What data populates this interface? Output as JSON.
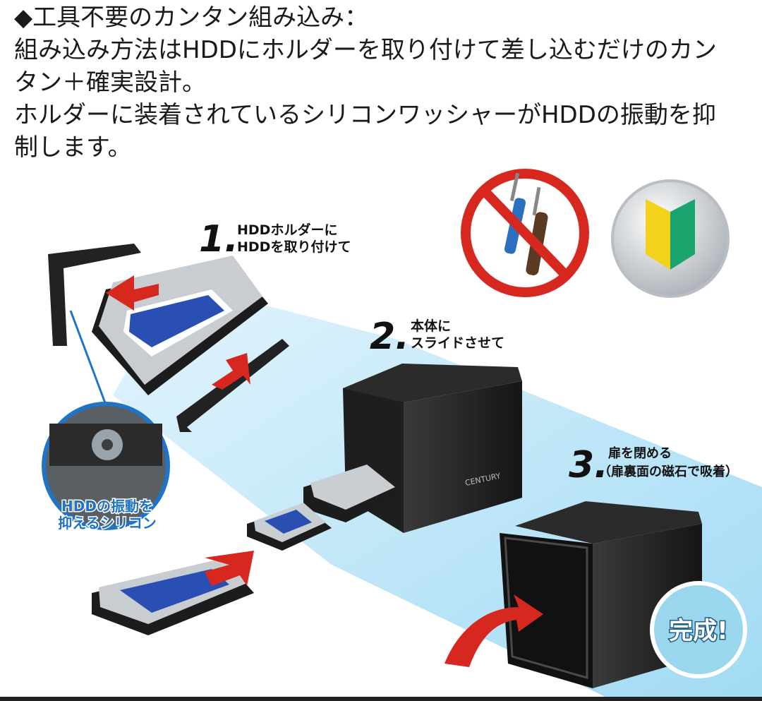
{
  "intro": {
    "heading": "◆工具不要のカンタン組み込み：",
    "line1": "組み込み方法はHDDにホルダーを取り付けて差し込むだけのカン",
    "line2": "タン＋確実設計。",
    "line3": "ホルダーに装着されているシリコンワッシャーがHDDの振動を抑",
    "line4": "制します。"
  },
  "steps": [
    {
      "num": "1.",
      "line1": "HDDホルダーに",
      "line2": "HDDを取り付けて"
    },
    {
      "num": "2.",
      "line1": "本体に",
      "line2": "スライドさせて"
    },
    {
      "num": "3.",
      "line1": "扉を閉める",
      "line2": "（扉裏面の磁石で吸着）"
    }
  ],
  "callout": {
    "line1": "HDDの振動を",
    "line2": "抑えるシリコン"
  },
  "brand": "CENTURY",
  "badge": "完成!",
  "icons": [
    "no-tools-icon",
    "beginner-mark-icon"
  ],
  "colors": {
    "callout_blue": "#1f73c9",
    "beam": "#aee2f7",
    "arrow_red": "#d6281f"
  }
}
